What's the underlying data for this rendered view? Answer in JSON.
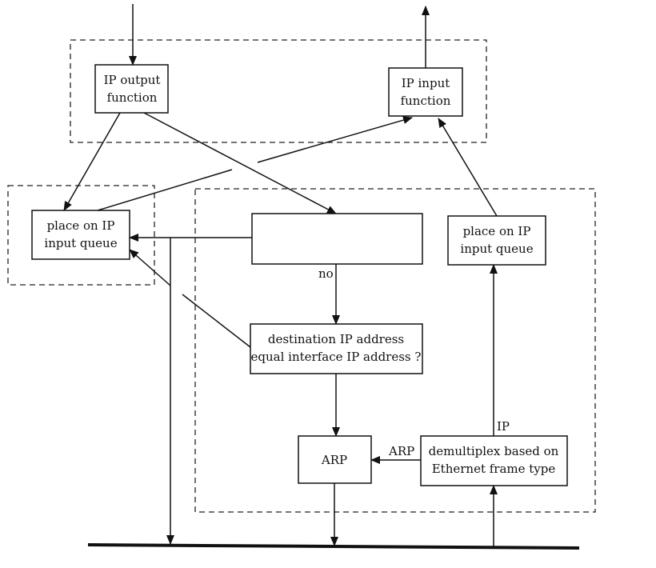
{
  "boxes": {
    "ip_output": [
      "IP output",
      "function"
    ],
    "ip_input": [
      "IP input",
      "function"
    ],
    "queue_left": [
      "place on IP",
      "input queue"
    ],
    "queue_right": [
      "place on IP",
      "input queue"
    ],
    "decision_empty": [],
    "dest_check": [
      "destination IP address",
      "equal interface IP address ?"
    ],
    "arp": [
      "ARP"
    ],
    "demux": [
      "demultiplex based on",
      "Ethernet frame type"
    ]
  },
  "edge_labels": {
    "no": "no",
    "arp": "ARP",
    "ip": "IP"
  }
}
